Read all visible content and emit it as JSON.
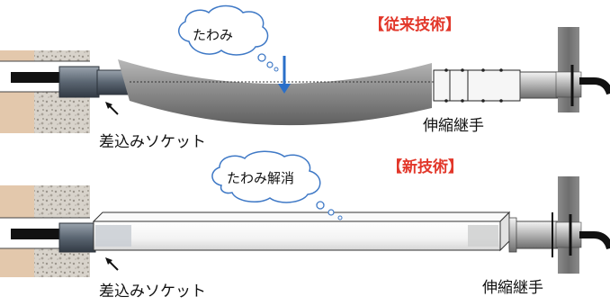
{
  "old_method": {
    "title": "【従来技術】",
    "bubble": "たわみ",
    "socket_label": "差込みソケット",
    "joint_label": "伸縮継手"
  },
  "new_method": {
    "title": "【新技術】",
    "bubble": "たわみ解消",
    "socket_label": "差込みソケット",
    "joint_label": "伸縮継手"
  },
  "colors": {
    "title_red": "#e2372a",
    "deflection_arrow": "#2a6fc9",
    "old_pipe": "#8f8f8f",
    "new_pipe": "#f4f4f4",
    "wall_concrete": "#d9d4cc",
    "wall_plaster": "#e3c8ac",
    "steel_post": "#7b7b7b"
  }
}
